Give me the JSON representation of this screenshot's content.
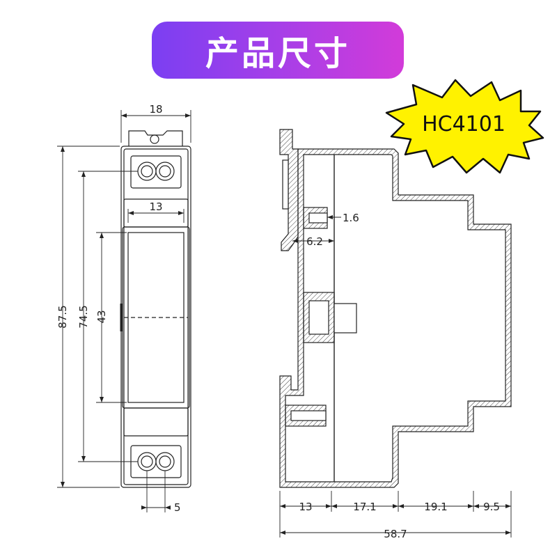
{
  "title": "产品尺寸",
  "model_badge": "HC4101",
  "front_view": {
    "width_top": "18",
    "window_width": "13",
    "height_total": "87.5",
    "height_mount": "74.5",
    "height_window": "43",
    "hole_spacing": "5"
  },
  "side_view": {
    "clip_thickness": "1.6",
    "clip_gap": "6.2",
    "seg_1": "13",
    "seg_2": "17.1",
    "seg_3": "19.1",
    "seg_4": "9.5",
    "total_depth": "58.7"
  }
}
